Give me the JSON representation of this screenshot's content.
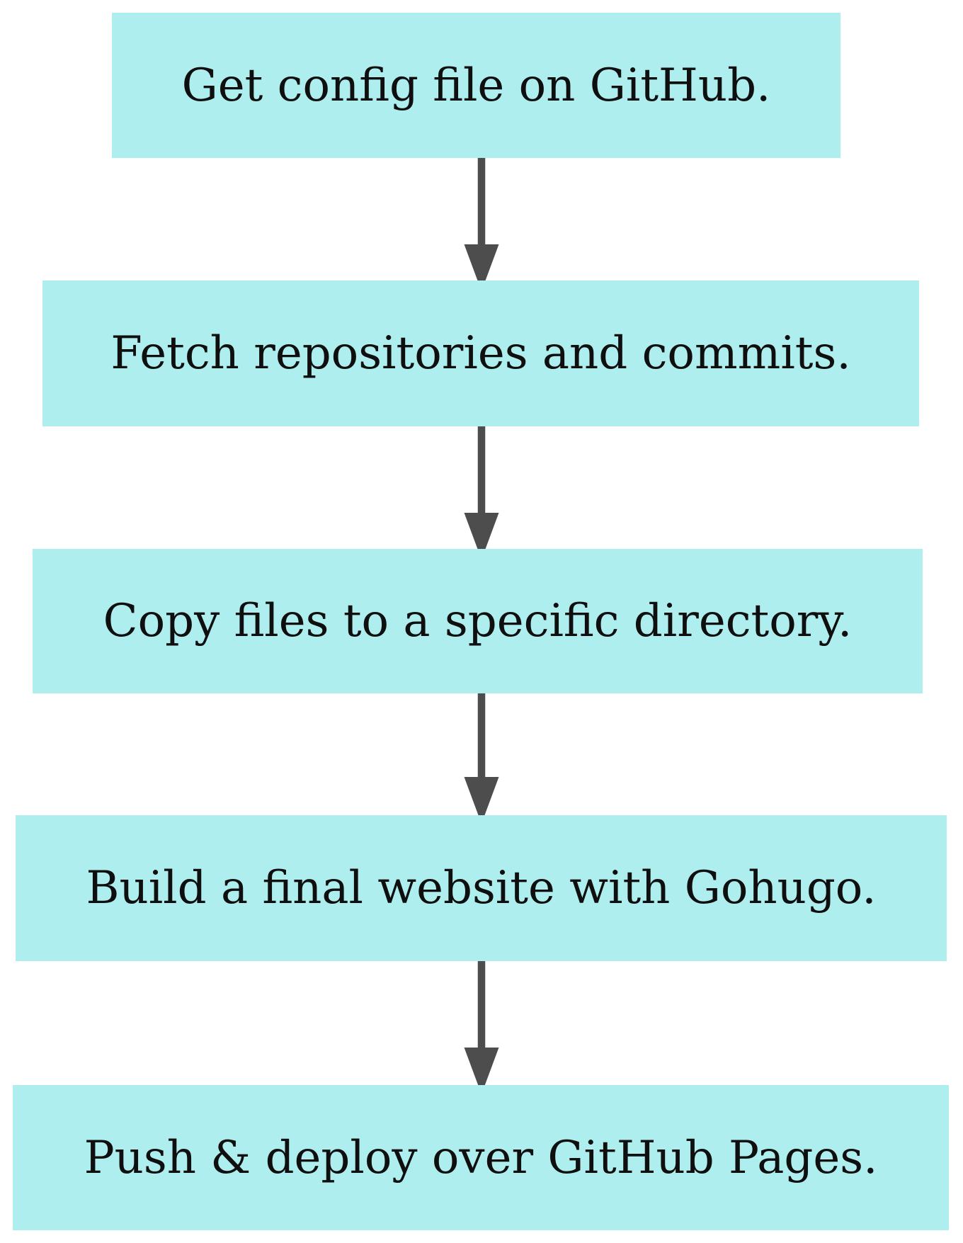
{
  "diagram": {
    "type": "flowchart",
    "direction": "top-down",
    "colors": {
      "background": "#FFFFFF",
      "node_fill": "#AFEEEE",
      "arrow": "#4D4D4D",
      "text": "#0F0F0F"
    },
    "nodes": [
      {
        "id": "step-1",
        "label": "Get config file on GitHub."
      },
      {
        "id": "step-2",
        "label": "Fetch repositories and commits."
      },
      {
        "id": "step-3",
        "label": "Copy files to a specific directory."
      },
      {
        "id": "step-4",
        "label": "Build a final website with Gohugo."
      },
      {
        "id": "step-5",
        "label": "Push & deploy over GitHub Pages."
      }
    ],
    "edges": [
      {
        "from": "step-1",
        "to": "step-2"
      },
      {
        "from": "step-2",
        "to": "step-3"
      },
      {
        "from": "step-3",
        "to": "step-4"
      },
      {
        "from": "step-4",
        "to": "step-5"
      }
    ]
  }
}
